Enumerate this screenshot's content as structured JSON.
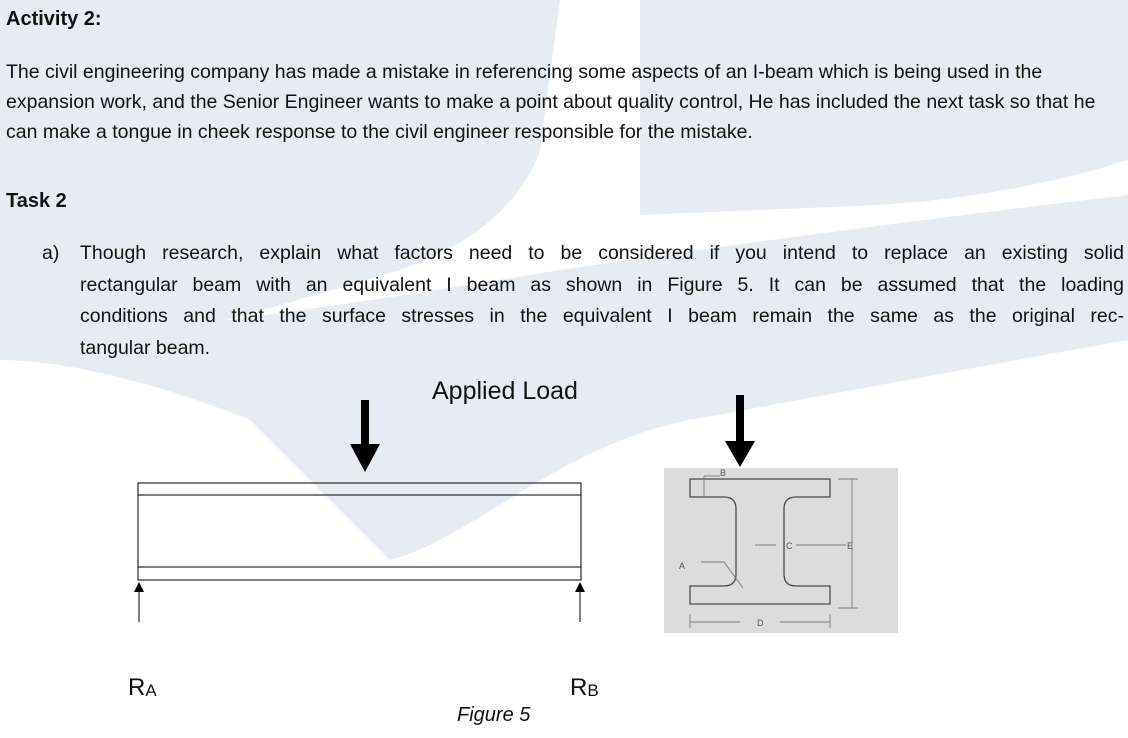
{
  "activity": {
    "heading": "Activity 2:",
    "paragraph": "The civil engineering company has made a mistake in referencing some aspects of an I-beam which is being used in the expansion work, and the Senior Engineer wants to make a point about quality control, He has included the next task so that he can make a tongue in cheek response to the civil engineer responsible for the mistake."
  },
  "task": {
    "heading": "Task 2",
    "item_a": {
      "marker": "a)",
      "lines": [
        "Though research, explain what factors need to be considered if you intend to replace an existing solid",
        "rectangular beam with an equivalent I beam as shown in Figure 5. It can be assumed that the loading",
        "conditions and that the surface stresses in the equivalent I beam remain the same as the original rec-",
        "tangular beam."
      ]
    }
  },
  "figure": {
    "applied_load": "Applied Load",
    "ra": {
      "letter": "R",
      "sub": "A"
    },
    "rb": {
      "letter": "R",
      "sub": "B"
    },
    "caption": "Figure 5",
    "ibeam_labels": {
      "a": "A",
      "b": "B",
      "c": "C",
      "d": "D",
      "e": "E"
    }
  },
  "colors": {
    "watermark": "#e7ecf4",
    "ibeam_panel": "#dcdcdc",
    "ibeam_dim_line": "#7a7a7a"
  }
}
